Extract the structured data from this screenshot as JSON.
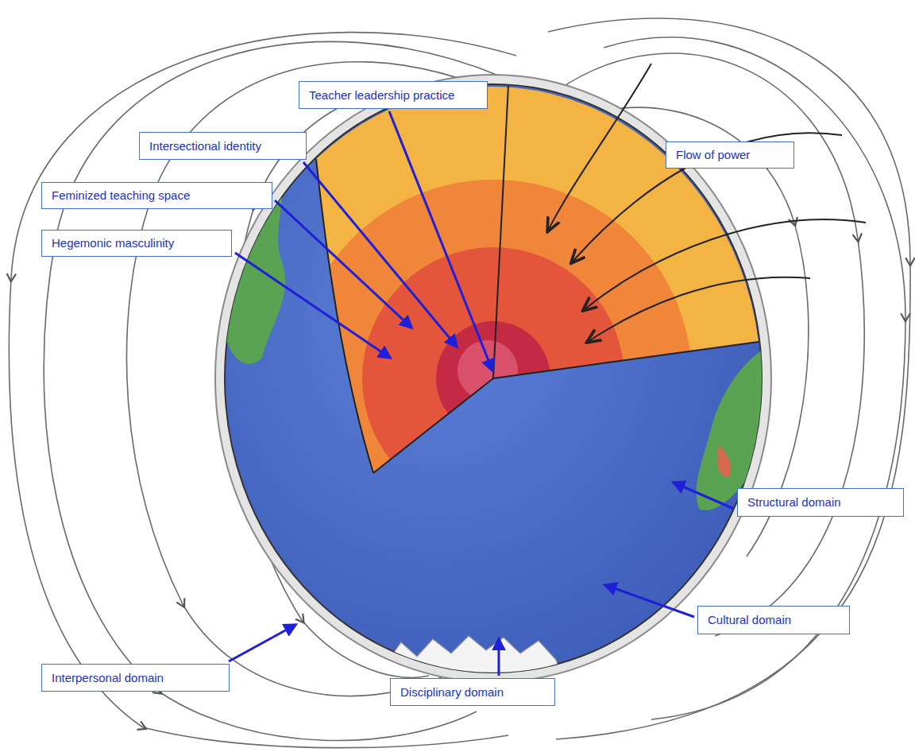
{
  "diagram": {
    "nodes": [
      {
        "text": [
          "Teacher leadership practice"
        ]
      },
      {
        "text": [
          "Intersectional identity"
        ]
      },
      {
        "text": [
          "Flow of power"
        ]
      },
      {
        "text": [
          "Feminized teaching space"
        ]
      },
      {
        "text": [
          "Hegemonic masculinity"
        ]
      },
      {
        "text": [
          "Structural domain"
        ]
      },
      {
        "text": [
          "Cultural domain"
        ]
      },
      {
        "text": [
          "Interpersonal domain"
        ]
      },
      {
        "text": [
          "Disciplinary domain"
        ]
      }
    ]
  }
}
